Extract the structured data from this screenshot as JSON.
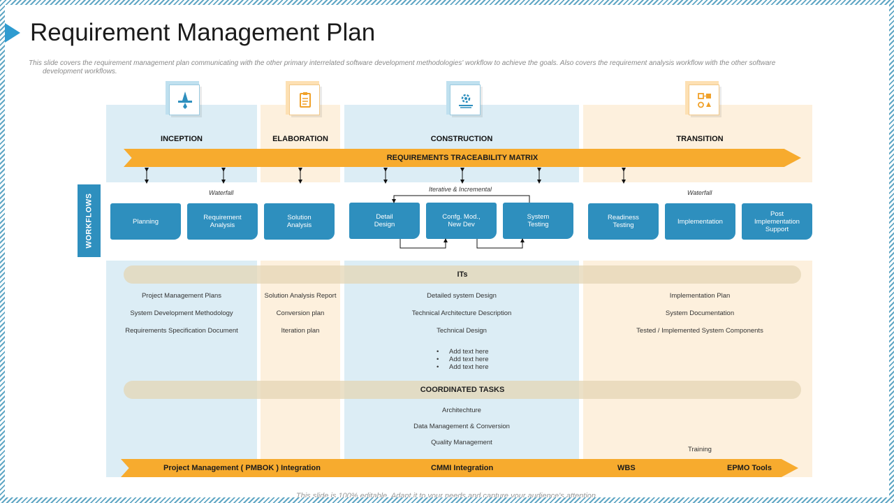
{
  "header": {
    "title": "Requirement Management Plan",
    "subtitle_line1": "This slide covers the requirement management plan communicating with the other primary interrelated software development methodologies' workflow to achieve the goals. Also covers the requirement analysis workflow with the other software",
    "subtitle_line2": "development workflows."
  },
  "phases": {
    "inception": "INCEPTION",
    "elaboration": "ELABORATION",
    "construction": "CONSTRUCTION",
    "transition": "TRANSITION"
  },
  "icons": {
    "inception": "pen-nib-icon",
    "elaboration": "clipboard-icon",
    "construction": "gear-tools-icon",
    "transition": "flowchart-icon"
  },
  "traceability": "REQUIREMENTS  TRACEABILITY MATRIX",
  "workflows_label": "WORKFLOWS",
  "method_labels": {
    "waterfall_left": "Waterfall",
    "iterative": "Iterative & Incremental",
    "waterfall_right": "Waterfall"
  },
  "workflow_boxes": {
    "planning": "Planning",
    "requirement_analysis": "Requirement\nAnalysis",
    "solution_analysis": "Solution\nAnalysis",
    "detail_design": "Detail\nDesign",
    "config_mod": "Confg. Mod.,\nNew Dev",
    "system_testing": "System\nTesting",
    "readiness_testing": "Readiness\nTesting",
    "implementation": "Implementation",
    "post_implementation": "Post\nImplementation\nSupport"
  },
  "its": {
    "label": "ITs",
    "inception": [
      "Project Management Plans",
      "System Development Methodology",
      "Requirements Specification Document"
    ],
    "elaboration": [
      "Solution Analysis Report",
      "Conversion plan",
      "Iteration plan"
    ],
    "construction": [
      "Detailed system Design",
      "Technical Architecture Description",
      "Technical Design"
    ],
    "construction_bullets": [
      "Add text here",
      "Add text here",
      "Add text here"
    ],
    "transition": [
      "Implementation Plan",
      "System Documentation",
      "Tested / Implemented System Components"
    ]
  },
  "coordinated": {
    "label": "COORDINATED  TASKS",
    "construction": [
      "Architechture",
      "Data Management  & Conversion",
      "Quality Management"
    ],
    "transition": "Training"
  },
  "bottom_bar": {
    "pmbok": "Project Management ( PMBOK ) Integration",
    "cmmi": "CMMI Integration",
    "wbs": "WBS",
    "epmo": "EPMO Tools"
  },
  "footer": "This slide is 100% editable. Adapt it to your needs and capture your audience's attention.",
  "colors": {
    "accent_blue": "#2e8fbe",
    "accent_orange": "#f7ab2e",
    "light_blue": "#dcedf5",
    "light_peach": "#fdf0dd"
  }
}
